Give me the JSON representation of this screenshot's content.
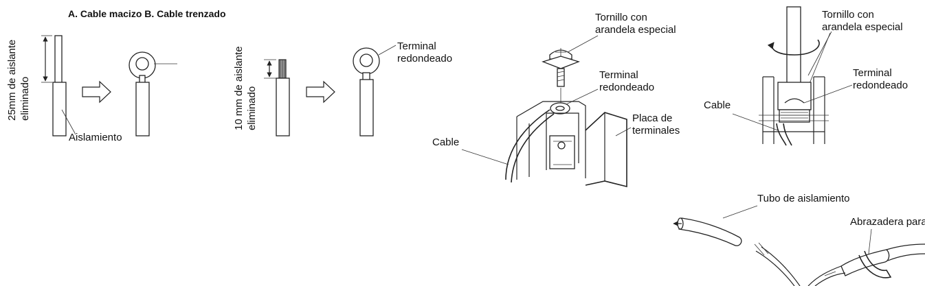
{
  "header": {
    "title": "A. Cable macizo B. Cable trenzado"
  },
  "solid_wire": {
    "strip_length": "25mm de aislante",
    "strip_label": "eliminado",
    "insulation": "Aislamiento"
  },
  "stranded_wire": {
    "strip_length": "10 mm de aislante",
    "strip_label": "eliminado",
    "terminal_line1": "Terminal",
    "terminal_line2": "redondeado"
  },
  "terminal_block": {
    "screw_line1": "Tornillo con",
    "screw_line2": "arandela especial",
    "terminal_line1": "Terminal",
    "terminal_line2": "redondeado",
    "plate_line1": "Placa de",
    "plate_line2": "terminales",
    "cable": "Cable"
  },
  "closeup": {
    "screw_line1": "Tornillo con",
    "screw_line2": "arandela especial",
    "terminal_line1": "Terminal",
    "terminal_line2": "redondeado",
    "cable": "Cable"
  },
  "clamp": {
    "tube": "Tubo de aislamiento",
    "clamp_text": "Abrazadera para"
  }
}
